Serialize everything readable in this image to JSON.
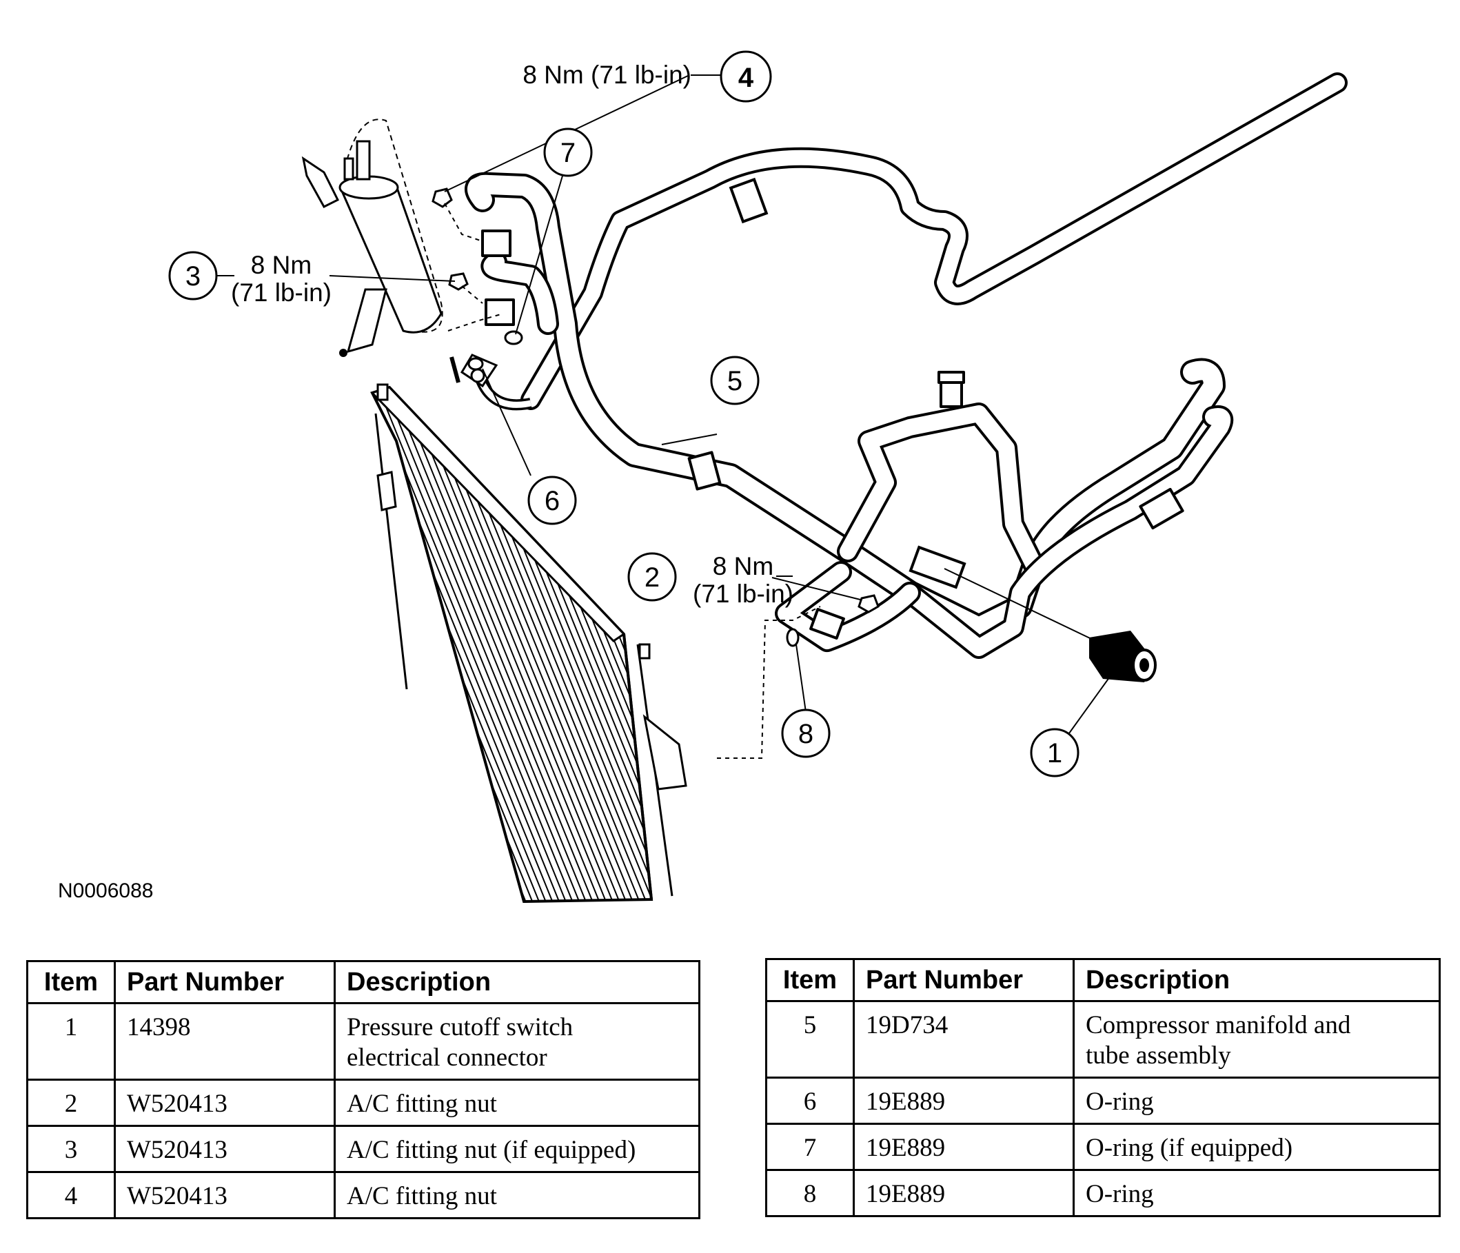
{
  "figure_id": "N0006088",
  "callouts": {
    "c1": "1",
    "c2": "2",
    "c3": "3",
    "c4": "4",
    "c5": "5",
    "c6": "6",
    "c7": "7",
    "c8": "8"
  },
  "torque_labels": {
    "t4": "8 Nm (71 lb-in)",
    "t3_line1": "8 Nm",
    "t3_line2": "(71 lb-in)",
    "t2_line1": "8 Nm",
    "t2_line2": "(71 lb-in)"
  },
  "tables": {
    "headers": {
      "item": "Item",
      "part_number": "Part Number",
      "description": "Description"
    },
    "left": [
      {
        "item": "1",
        "part_number": "14398",
        "description_line1": "Pressure cutoff switch",
        "description_line2": "electrical connector"
      },
      {
        "item": "2",
        "part_number": "W520413",
        "description_line1": "A/C fitting nut"
      },
      {
        "item": "3",
        "part_number": "W520413",
        "description_line1": "A/C fitting nut (if equipped)"
      },
      {
        "item": "4",
        "part_number": "W520413",
        "description_line1": "A/C fitting nut"
      }
    ],
    "right": [
      {
        "item": "5",
        "part_number": "19D734",
        "description_line1": "Compressor manifold and",
        "description_line2": "tube assembly"
      },
      {
        "item": "6",
        "part_number": "19E889",
        "description_line1": "O-ring"
      },
      {
        "item": "7",
        "part_number": "19E889",
        "description_line1": "O-ring (if equipped)"
      },
      {
        "item": "8",
        "part_number": "19E889",
        "description_line1": "O-ring"
      }
    ]
  }
}
